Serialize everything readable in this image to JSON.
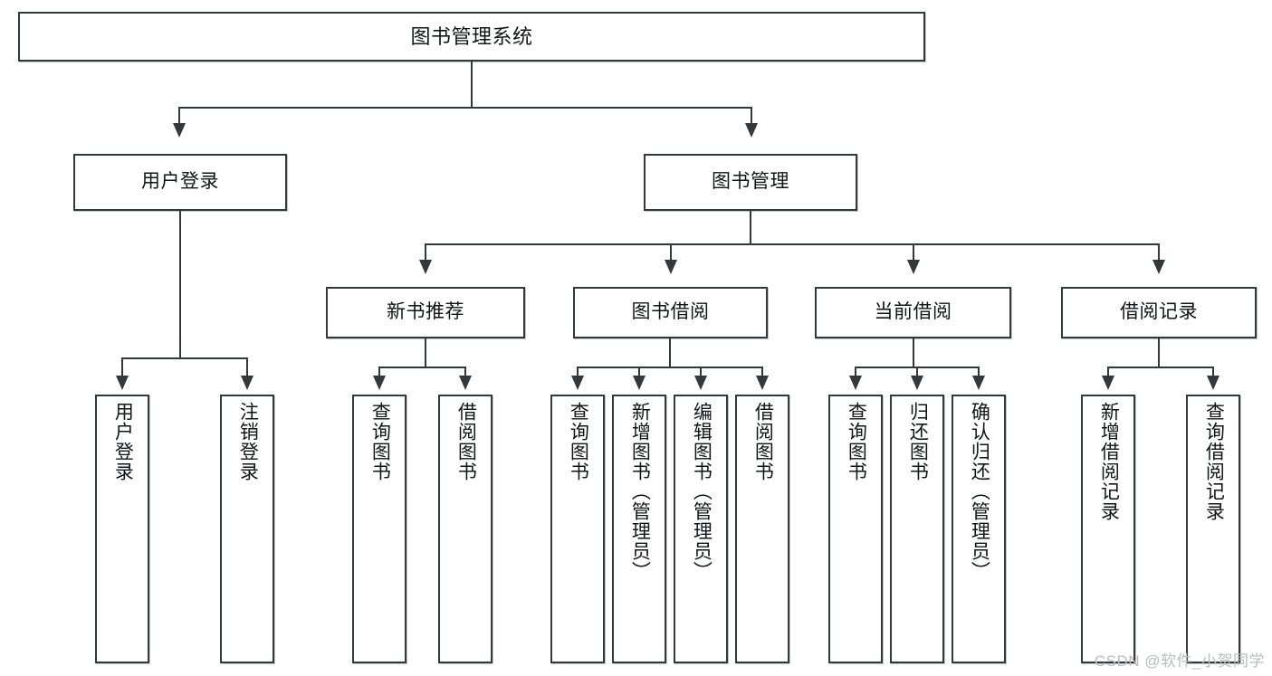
{
  "diagram": {
    "type": "tree",
    "title": "图书管理系统",
    "root": {
      "label": "图书管理系统"
    },
    "level2": [
      {
        "label": "用户登录"
      },
      {
        "label": "图书管理"
      }
    ],
    "level3": [
      {
        "label": "新书推荐"
      },
      {
        "label": "图书借阅"
      },
      {
        "label": "当前借阅"
      },
      {
        "label": "借阅记录"
      }
    ],
    "leaves": {
      "user_login": [
        {
          "label": "用户登录"
        },
        {
          "label": "注销登录"
        }
      ],
      "new_book_recommend": [
        {
          "label": "查询图书"
        },
        {
          "label": "借阅图书"
        }
      ],
      "book_borrow": [
        {
          "label": "查询图书"
        },
        {
          "label": "新增图书（管理员）"
        },
        {
          "label": "编辑图书（管理员）"
        },
        {
          "label": "借阅图书"
        }
      ],
      "current_borrow": [
        {
          "label": "查询图书"
        },
        {
          "label": "归还图书"
        },
        {
          "label": "确认归还（管理员）"
        }
      ],
      "borrow_record": [
        {
          "label": "新增借阅记录"
        },
        {
          "label": "查询借阅记录"
        }
      ]
    }
  },
  "watermark": {
    "text": "CSDN @软件_小贺同学"
  },
  "colors": {
    "stroke": "#33383d",
    "fill": "#ffffff",
    "text": "#111418",
    "watermark": "#b9bcc0"
  }
}
